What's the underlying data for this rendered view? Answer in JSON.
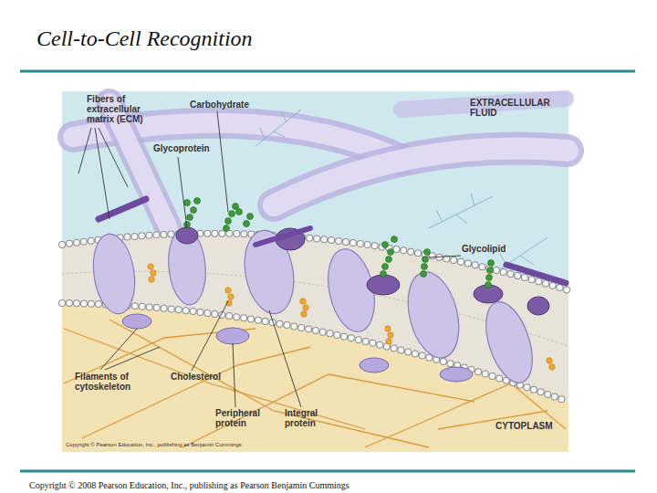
{
  "diagram": {
    "title": "Cell-to-Cell Recognition",
    "caption": "Copyright © 2008 Pearson Education, Inc., publishing as Pearson Benjamin Cummings",
    "labels": [
      "Fibers of extracellular matrix (ECM)",
      "Carbohydrate",
      "Glycoprotein",
      "EXTRACELLULAR FLUID",
      "Glycolipid",
      "Filaments of cytoskeleton",
      "Cholesterol",
      "Peripheral protein",
      "Integral protein",
      "CYTOPLASM",
      "Copyright © Pearson Education, Inc., publishing as Benjamin Cummings."
    ]
  }
}
